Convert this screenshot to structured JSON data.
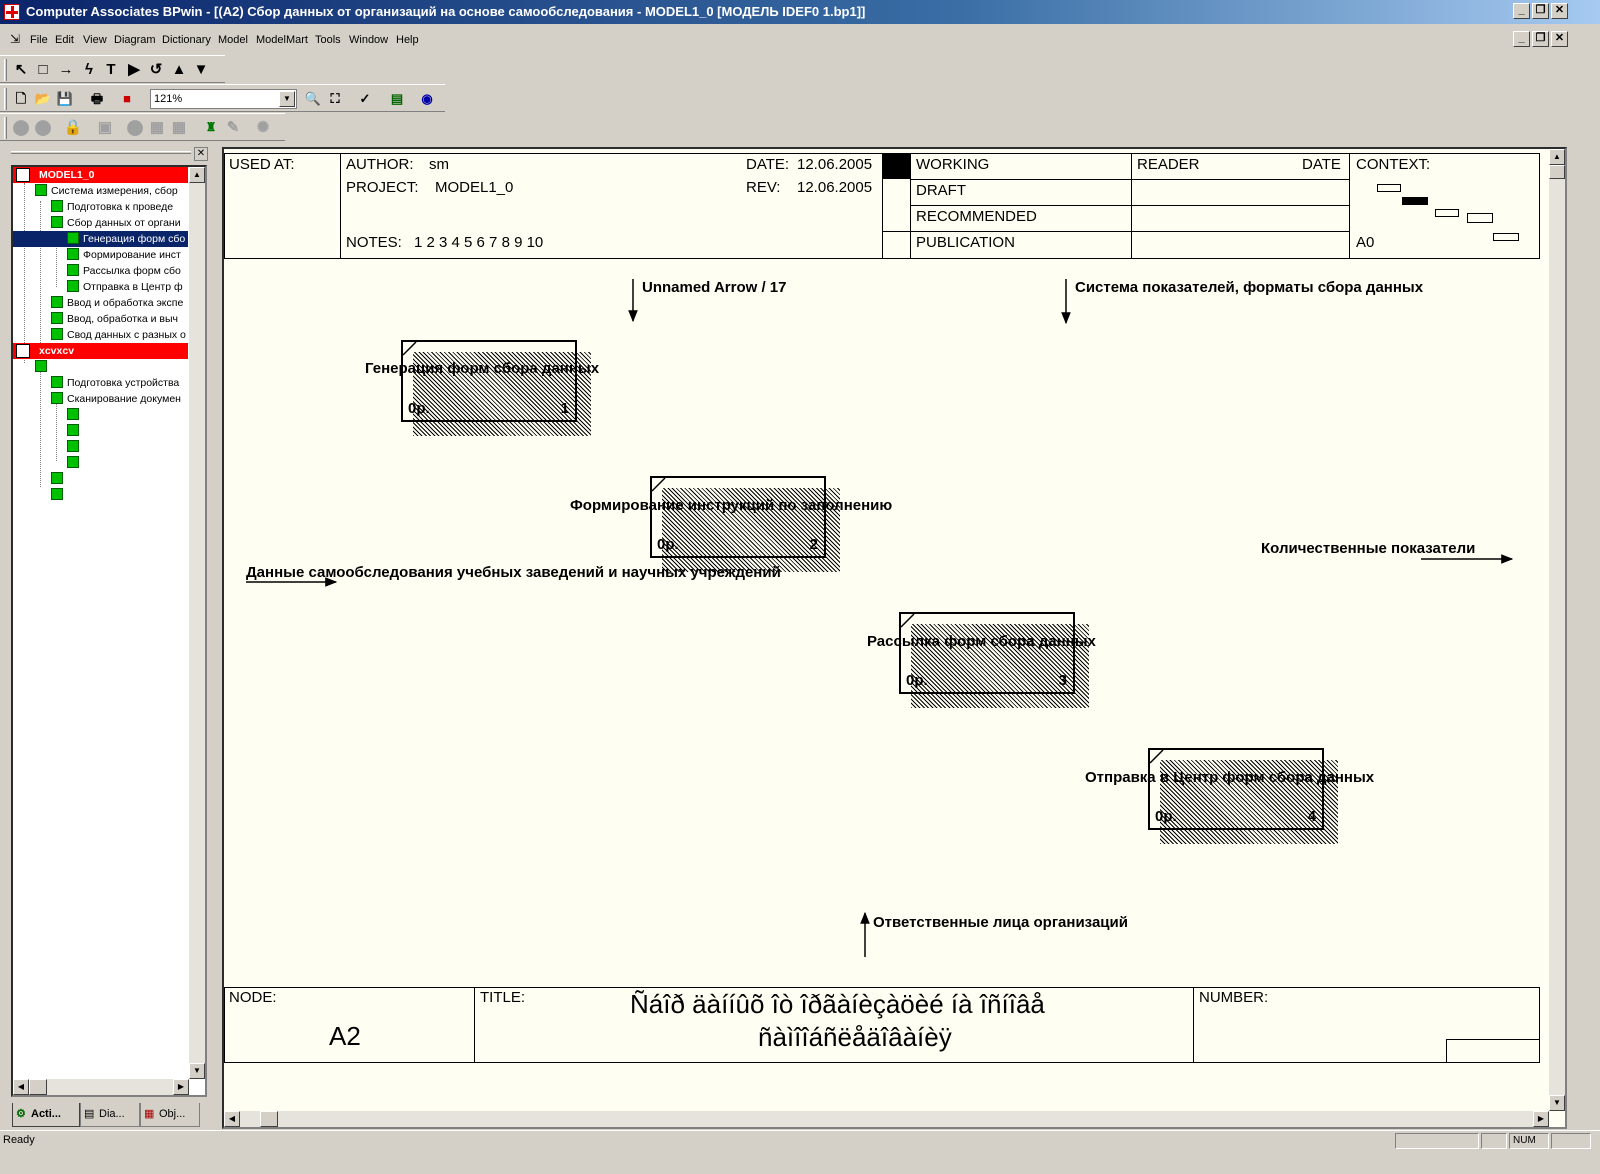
{
  "window": {
    "title": "Computer Associates BPwin - [(A2) Сбор данных  от организаций  на основе  самообследования  - MODEL1_0  [МОДЕЛЬ IDEF0 1.bp1]]",
    "controls": [
      "_",
      "❐",
      "✕"
    ]
  },
  "menu": [
    "File",
    "Edit",
    "View",
    "Diagram",
    "Dictionary",
    "Model",
    "ModelMart",
    "Tools",
    "Window",
    "Help"
  ],
  "toolbar": {
    "zoom_value": "121%"
  },
  "tree": {
    "model1": "MODEL1_0",
    "items": [
      "Система измерения, сбор",
      "Подготовка  к проведе",
      "Сбор данных  от органи",
      "Генерация форм сбо",
      "Формирование инст",
      "Рассылка форм сбо",
      "Отправка в Центр ф",
      "Ввод и обработка экспе",
      "Ввод, обработка  и выч",
      "Свод данных с разных о"
    ],
    "model2": "xcvxcv",
    "items2": [
      "Подготовка устройства",
      "Сканирование докумен"
    ]
  },
  "tabs": [
    "Acti...",
    "Dia...",
    "Obj..."
  ],
  "header": {
    "used_at": "USED AT:",
    "author_label": "AUTHOR:",
    "author": "sm",
    "project_label": "PROJECT:",
    "project": "MODEL1_0",
    "notes_label": "NOTES:",
    "notes": "1  2  3  4  5  6  7  8  9  10",
    "date_label": "DATE:",
    "date": "12.06.2005",
    "rev_label": "REV:",
    "rev": "12.06.2005",
    "working": "WORKING",
    "draft": "DRAFT",
    "recommended": "RECOMMENDED",
    "publication": "PUBLICATION",
    "reader": "READER",
    "reader_date": "DATE",
    "context": "CONTEXT:",
    "context_node": "A0"
  },
  "boxes": [
    {
      "label": "Генерация форм сбора данных",
      "op": "0р.",
      "num": "1"
    },
    {
      "label": "Формирование инструкций по заполнению",
      "op": "0р.",
      "num": "2"
    },
    {
      "label": "Рассылка форм сбора данных",
      "op": "0р.",
      "num": "3"
    },
    {
      "label": "Отправка в Центр форм сбора данных",
      "op": "0р.",
      "num": "4"
    }
  ],
  "arrows": {
    "control1": "Unnamed Arrow / 17",
    "control2": "Система показателей, форматы сбора данных",
    "input": "Данные самообследования учебных заведений и научных учреждений",
    "output": "Количественные показатели",
    "mechanism": "Ответственные лица организаций"
  },
  "footer": {
    "node_label": "NODE:",
    "node": "A2",
    "title_label": "TITLE:",
    "title_line1": "Ñáîð äàííûõ  îò îðãàíèçàöèé  íà îñíîâå",
    "title_line2": "ñàìîîáñëåäîâàíèÿ",
    "number_label": "NUMBER:"
  },
  "status": {
    "text": "Ready",
    "num": "NUM"
  }
}
